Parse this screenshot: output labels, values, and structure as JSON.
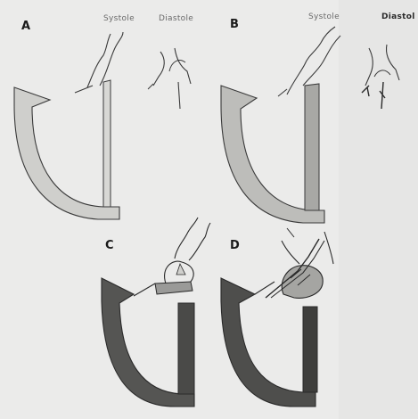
{
  "panels": [
    {
      "letter": "A",
      "systole_label": "Systole",
      "diastole_label": "Diastole"
    },
    {
      "letter": "B",
      "systole_label": "Systole",
      "diastole_label": "Diastol"
    },
    {
      "letter": "C"
    },
    {
      "letter": "D"
    }
  ],
  "colors": {
    "background": "#ebebea",
    "ink": "#2a2a2a",
    "light_fill": "#c9c9c7",
    "mid_fill": "#9c9c9a",
    "dark_fill": "#4e4e4c"
  }
}
